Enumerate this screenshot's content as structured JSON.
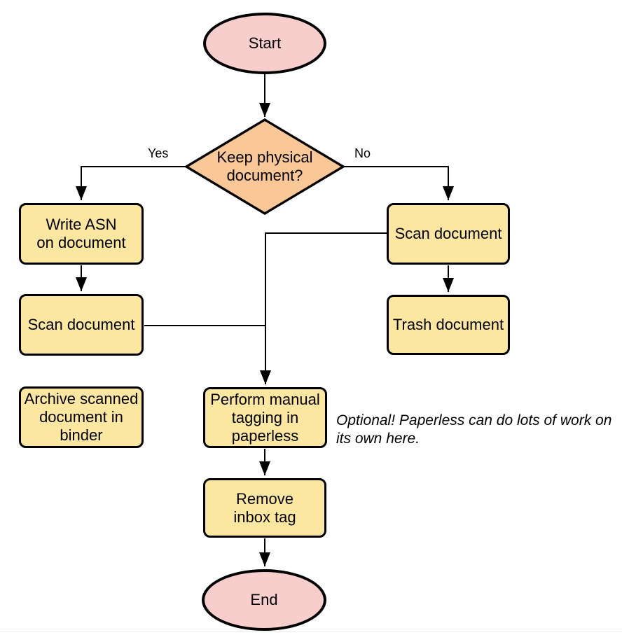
{
  "palette": {
    "background": "#ffffff",
    "stroke": "#000000",
    "terminal_fill": "#f8cecc",
    "decision_fill": "#fac896",
    "process_fill": "#fce7a1",
    "bottom_rule": "#eeede5"
  },
  "nodes": {
    "start": {
      "label": "Start"
    },
    "decision": {
      "label": "Keep physical\ndocument?"
    },
    "write_asn": {
      "label": "Write ASN\non document"
    },
    "scan_left": {
      "label": "Scan document"
    },
    "archive": {
      "label": "Archive scanned\ndocument in\nbinder"
    },
    "scan_right": {
      "label": "Scan document"
    },
    "trash": {
      "label": "Trash document"
    },
    "tagging": {
      "label": "Perform manual\ntagging in\npaperless"
    },
    "remove_inbox": {
      "label": "Remove\ninbox tag"
    },
    "end": {
      "label": "End"
    }
  },
  "edge_labels": {
    "yes": "Yes",
    "no": "No"
  },
  "annotation": {
    "text": "Optional! Paperless can do lots of work on\nits own here."
  }
}
